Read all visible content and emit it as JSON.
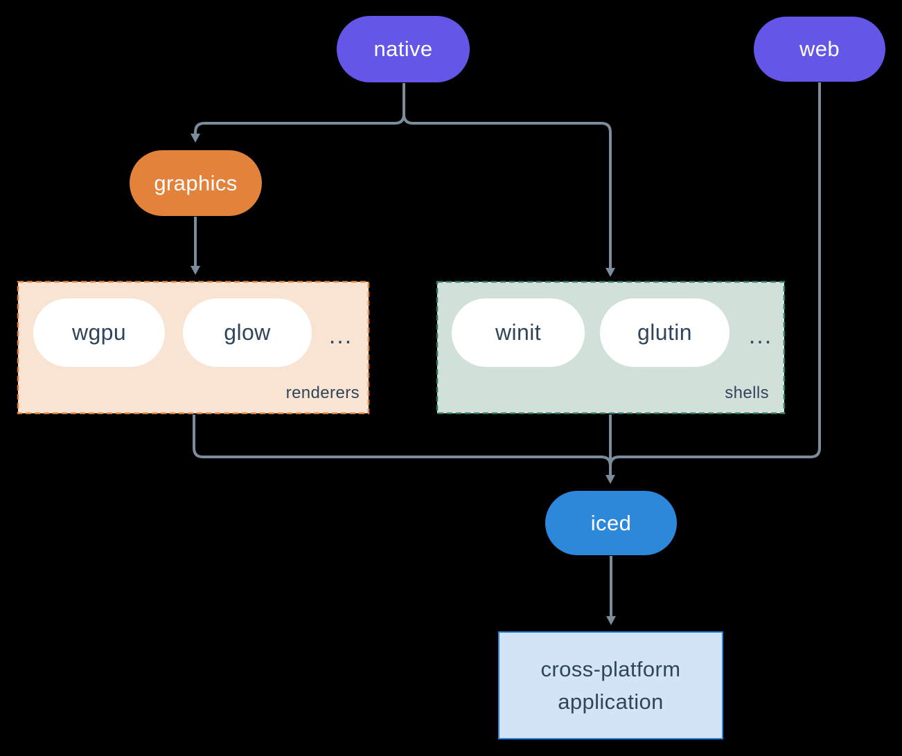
{
  "diagram": {
    "nodes": {
      "native": {
        "label": "native"
      },
      "web": {
        "label": "web"
      },
      "graphics": {
        "label": "graphics"
      },
      "iced": {
        "label": "iced"
      },
      "application": {
        "label_line1": "cross-platform",
        "label_line2": "application"
      }
    },
    "groups": {
      "renderers": {
        "label": "renderers",
        "items": [
          "wgpu",
          "glow"
        ],
        "ellipsis": "..."
      },
      "shells": {
        "label": "shells",
        "items": [
          "winit",
          "glutin"
        ],
        "ellipsis": "..."
      }
    },
    "edges": [
      {
        "from": "native",
        "to": "graphics"
      },
      {
        "from": "native",
        "to": "shells"
      },
      {
        "from": "graphics",
        "to": "renderers"
      },
      {
        "from": "renderers",
        "to": "iced"
      },
      {
        "from": "shells",
        "to": "iced"
      },
      {
        "from": "web",
        "to": "iced"
      },
      {
        "from": "iced",
        "to": "application"
      }
    ]
  },
  "colors": {
    "background": "#000000",
    "purple": "#6456E7",
    "orange": "#E2823B",
    "orange_fill": "#F9E3D3",
    "teal": "#2F7A6B",
    "teal_fill": "#D2E0DA",
    "blue": "#2D87DB",
    "blue_fill": "#D4E4F7",
    "edge": "#7B8C9C",
    "text_dark": "#31455A",
    "text_light": "#FFFFFF"
  }
}
